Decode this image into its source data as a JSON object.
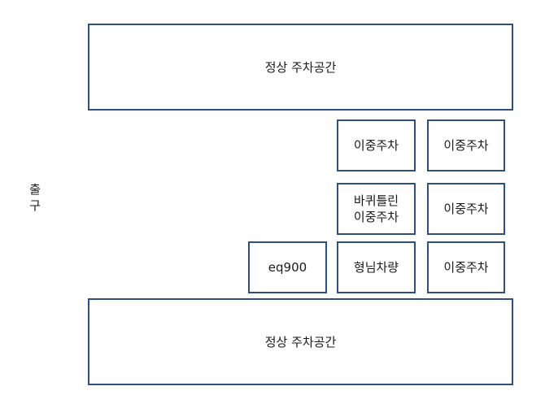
{
  "exit_label": "출\n구",
  "colors": {
    "border": "#2f4f7f",
    "background": "#ffffff",
    "text": "#1a1a1a"
  },
  "zones": {
    "top": "정상 주차공간",
    "bottom": "정상 주차공간"
  },
  "spots": {
    "row1": {
      "col2": "이중주차",
      "col3": "이중주차"
    },
    "row2": {
      "col2": "바퀴틀린\n이중주차",
      "col3": "이중주차"
    },
    "row3": {
      "col1": "eq900",
      "col2": "형님차량",
      "col3": "이중주차"
    }
  }
}
